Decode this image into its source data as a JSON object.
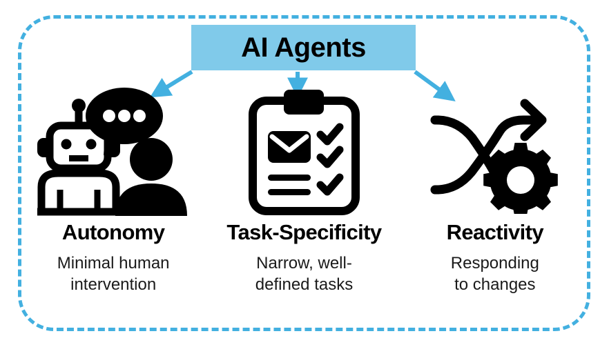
{
  "diagram": {
    "title": "AI Agents",
    "accent_color": "#80CAEA",
    "border_color": "#43B0E0",
    "text_color": "#000000",
    "columns": [
      {
        "id": "autonomy",
        "icon": "robot-person-chat-icon",
        "title": "Autonomy",
        "description_lines": [
          "Minimal human",
          "intervention"
        ]
      },
      {
        "id": "task-specificity",
        "icon": "clipboard-checklist-icon",
        "title": "Task-Specificity",
        "description_lines": [
          "Narrow, well-",
          "defined tasks"
        ]
      },
      {
        "id": "reactivity",
        "icon": "crossing-arrows-gear-icon",
        "title": "Reactivity",
        "description_lines": [
          "Responding",
          "to changes"
        ]
      }
    ],
    "connectors": [
      {
        "id": "arrow-to-autonomy",
        "direction": "down-left"
      },
      {
        "id": "arrow-to-task-specificity",
        "direction": "down"
      },
      {
        "id": "arrow-to-reactivity",
        "direction": "down-right"
      }
    ]
  }
}
